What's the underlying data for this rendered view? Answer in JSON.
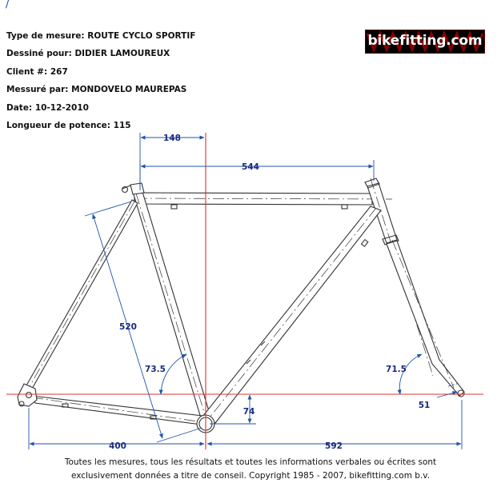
{
  "corner_mark": "/",
  "info": {
    "type_label": "Type de mesure:",
    "type_value": "ROUTE CYCLO SPORTIF",
    "drawn_for_label": "Dessiné pour:",
    "drawn_for_value": "DIDIER LAMOUREUX",
    "client_label": "Client #:",
    "client_value": "267",
    "measured_by_label": "Messuré par:",
    "measured_by_value": "MONDOVELO MAUREPAS",
    "date_label": "Date:",
    "date_value": "10-12-2010",
    "stem_label": "Longueur de potence:",
    "stem_value": "115"
  },
  "logo": {
    "text": "bikefitting.com",
    "bg_color": "#000000",
    "mark_color": "#8b0000"
  },
  "dimensions": {
    "setback": "148",
    "top_tube": "544",
    "seat_tube": "520",
    "seat_angle": "73.5",
    "head_angle": "71.5",
    "bb_drop": "74",
    "fork_offset": "51",
    "chainstay": "400",
    "front_center": "592"
  },
  "colors": {
    "dimension_text": "#1a2a80",
    "dimension_line": "#1f55a8",
    "reference_line": "#e03030",
    "frame_line": "#333333"
  },
  "footer": {
    "line1": "Toutes les mesures, tous les résultats et toutes les informations verbales ou écrites sont",
    "line2": "exclusivement données a titre de conseil. Copyright 1985 - 2007, bikefitting.com b.v."
  }
}
